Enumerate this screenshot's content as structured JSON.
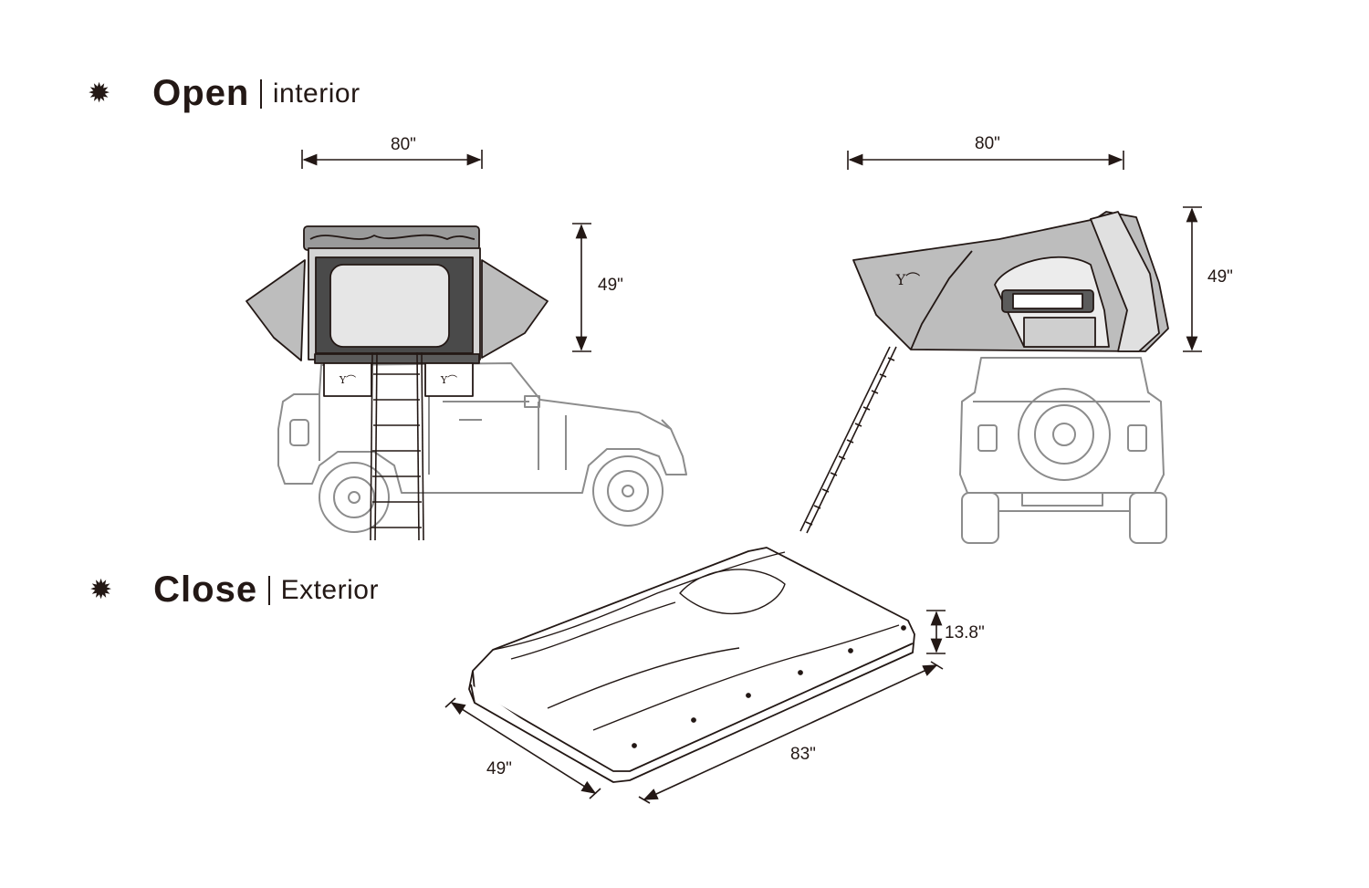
{
  "sections": {
    "open": {
      "bullet": "✹",
      "title": "Open",
      "subtitle": "interior"
    },
    "close": {
      "bullet": "✹",
      "title": "Close",
      "subtitle": "Exterior"
    }
  },
  "dimensions": {
    "side_width": "80\"",
    "side_height": "49\"",
    "rear_width": "80\"",
    "rear_height": "49\"",
    "closed_height": "13.8\"",
    "closed_width": "49\"",
    "closed_length": "83\""
  },
  "colors": {
    "line": "#231815",
    "vehicle_line": "#8c8c8c",
    "tent_fill": "#c9c9c9",
    "tent_dark": "#4a4a4a"
  }
}
